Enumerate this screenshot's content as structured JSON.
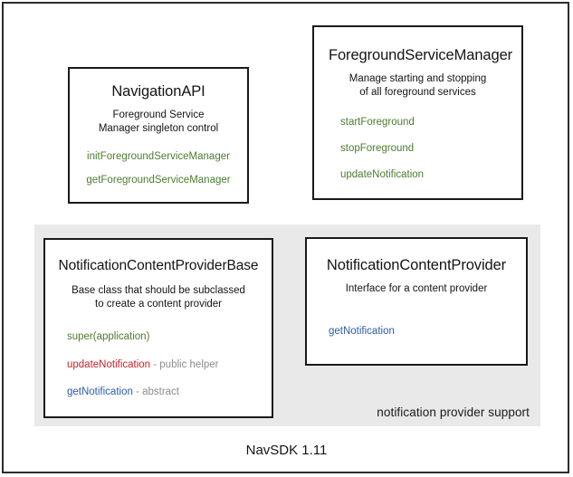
{
  "diagram": {
    "footer_caption": "NavSDK 1.11",
    "group_panel": {
      "label": "notification provider support",
      "background": "#e9e9e9"
    },
    "colors": {
      "green": "#4c7c2e",
      "red": "#c8232a",
      "blue": "#2a5ca8",
      "note_gray": "#8c8c8c",
      "box_border": "#1a1a1a",
      "frame": "#2b2b2b",
      "text": "#141414"
    },
    "boxes": [
      {
        "id": "navigation-api",
        "title": "NavigationAPI",
        "description_lines": [
          "Foreground Service",
          "Manager singleton control"
        ],
        "methods": [
          {
            "name": "initForegroundServiceManager",
            "color": "green",
            "note": ""
          },
          {
            "name": "getForegroundServiceManager",
            "color": "green",
            "note": ""
          }
        ]
      },
      {
        "id": "foreground-service-manager",
        "title": "ForegroundServiceManager",
        "description_lines": [
          "Manage starting and stopping",
          "of all foreground services"
        ],
        "methods": [
          {
            "name": "startForeground",
            "color": "green",
            "note": ""
          },
          {
            "name": "stopForeground",
            "color": "green",
            "note": ""
          },
          {
            "name": "updateNotification",
            "color": "green",
            "note": ""
          }
        ]
      },
      {
        "id": "notification-content-provider-base",
        "title": "NotificationContentProviderBase",
        "description_lines": [
          "Base class that should be subclassed",
          "to create a content provider"
        ],
        "methods": [
          {
            "name": "super(application)",
            "color": "green",
            "note": ""
          },
          {
            "name": "updateNotification",
            "color": "red",
            "note": " - public helper"
          },
          {
            "name": "getNotification",
            "color": "blue",
            "note": " - abstract"
          }
        ]
      },
      {
        "id": "notification-content-provider",
        "title": "NotificationContentProvider",
        "description_lines": [
          "Interface for a content provider"
        ],
        "methods": [
          {
            "name": "getNotification",
            "color": "blue",
            "note": ""
          }
        ]
      }
    ]
  }
}
